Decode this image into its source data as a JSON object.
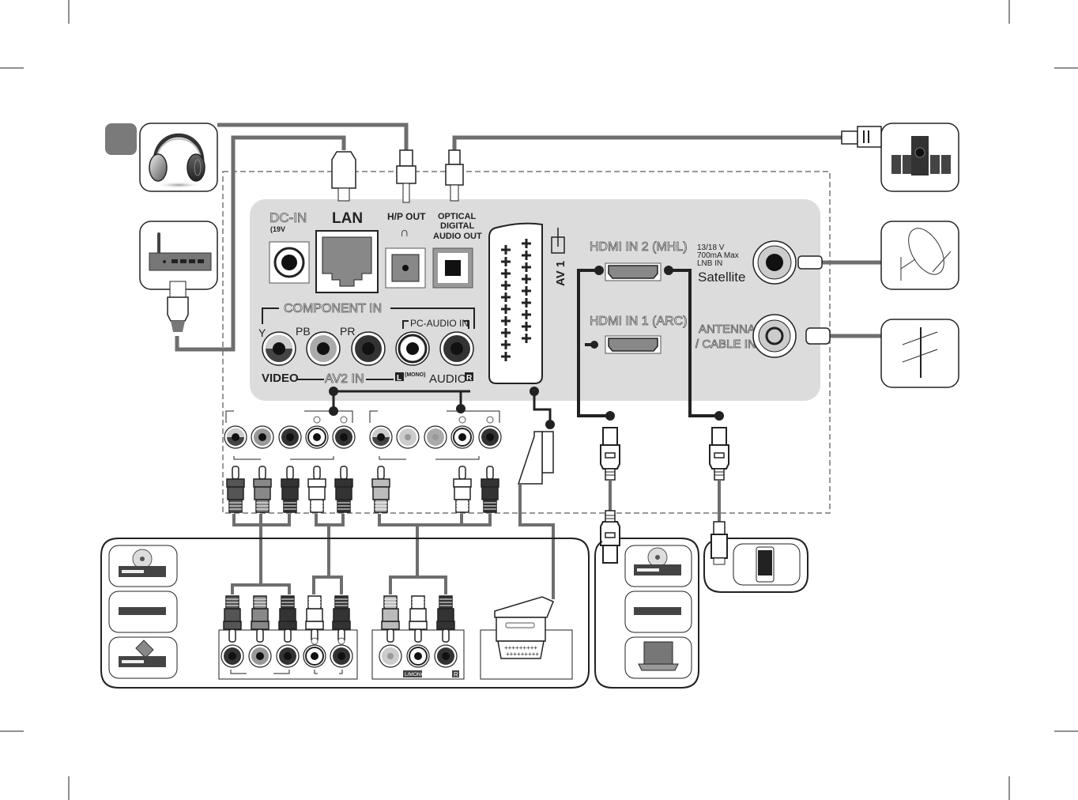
{
  "diagram": {
    "title": "TV rear panel connection diagram",
    "colors": {
      "panel": "#dcdcdc",
      "cable": "#6e6e6e",
      "badge": "#7a7a7a",
      "dark_cable": "#222222"
    },
    "panel_labels": {
      "dc_in": "DC-IN",
      "dc_in_spec": "(19V",
      "lan": "LAN",
      "hp_out": "H/P OUT",
      "optical_1": "OPTICAL",
      "optical_2": "DIGITAL",
      "optical_3": "AUDIO OUT",
      "component_in": "COMPONENT IN",
      "y": "Y",
      "pb": "PB",
      "pr": "PR",
      "pc_audio_in": "PC-AUDIO IN",
      "video": "VIDEO",
      "av2_in": "AV2 IN",
      "mono_l": "L",
      "mono": "(MONO)",
      "audio": "AUDIO",
      "audio_r": "R",
      "av1": "AV 1",
      "hdmi2": "HDMI IN 2 (MHL)",
      "hdmi1": "HDMI IN 1 (ARC)",
      "lnb_1": "13/18 V",
      "lnb_2": "700mA Max",
      "lnb_3": "LNB IN",
      "satellite": "Satellite",
      "antenna_1": "ANTENNA",
      "antenna_2": "/ CABLE IN"
    },
    "device_labels": {
      "jack_l": "L",
      "jack_r": "R",
      "lmono": "L/MONO",
      "r": "R"
    },
    "devices": [
      {
        "name": "headphones",
        "icon": "headphones-icon"
      },
      {
        "name": "router",
        "icon": "router-icon"
      },
      {
        "name": "speaker system",
        "icon": "speaker-system-icon"
      },
      {
        "name": "satellite dish",
        "icon": "satellite-dish-icon"
      },
      {
        "name": "antenna",
        "icon": "antenna-icon"
      },
      {
        "name": "dvd player",
        "icon": "dvd-player-icon"
      },
      {
        "name": "set-top box",
        "icon": "set-top-box-icon"
      },
      {
        "name": "recorder",
        "icon": "recorder-icon"
      },
      {
        "name": "laptop",
        "icon": "laptop-icon"
      },
      {
        "name": "smartphone",
        "icon": "smartphone-icon"
      }
    ]
  }
}
